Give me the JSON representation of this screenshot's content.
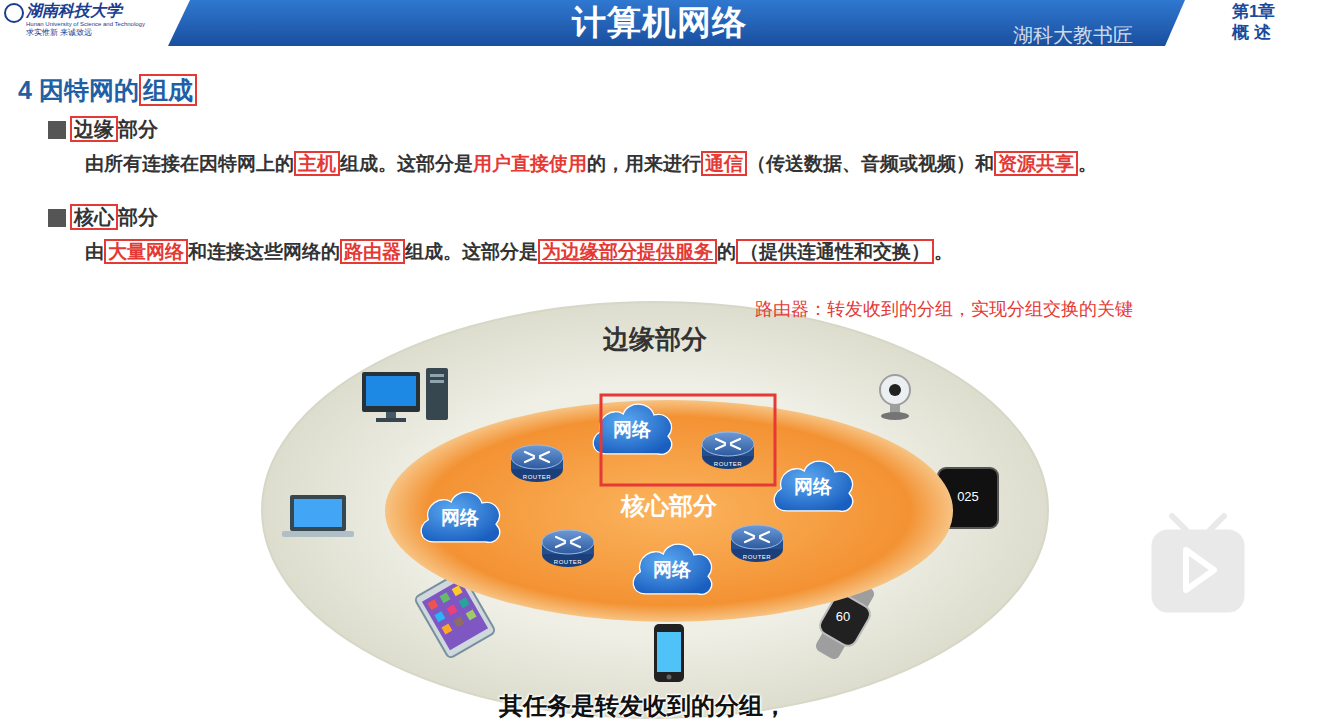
{
  "diagram": {
    "title": "计算机网络",
    "nodes": [
      {
        "text": [
          "边缘部分"
        ]
      },
      {
        "text": [
          "核心部分"
        ],
        "in": 0
      },
      {
        "text": [
          "网络"
        ],
        "in": 1
      },
      {
        "text": [
          "ROUTER"
        ],
        "in": 1
      },
      {
        "text": [
          "ROUTER"
        ],
        "in": 1
      },
      {
        "text": [
          "网络"
        ],
        "in": 1
      },
      {
        "text": [
          "网络"
        ],
        "in": 1
      },
      {
        "text": [
          "ROUTER"
        ],
        "in": 1
      },
      {
        "text": [
          "ROUTER"
        ],
        "in": 1
      },
      {
        "text": [
          "网络"
        ],
        "in": 1
      }
    ],
    "labels": [
      "湖南科技大学",
      "Hunan University of Science and Technology",
      "求实惟新 来诚致远",
      "第1章",
      "概 述",
      "湖科大教书匠",
      "4 因特网的",
      "组成",
      "边缘",
      "部分",
      "由所有连接在因特网上的",
      "主机",
      "组成。这部分是",
      "用户直接使用",
      "的，用来进行",
      "通信",
      "（传送数据、音频或视频）和",
      "资源共享",
      "。",
      "核心",
      "部分",
      "由",
      "大量网络",
      "和连接这些网络的",
      "路由器",
      "组成。这部分是",
      "为边缘部分提供服务",
      "的",
      "（提供连通性和交换）",
      "。",
      "路由器：转发收到的分组，实现分组交换的关键",
      "025",
      "60",
      "其任务是转发收到的分组，"
    ]
  }
}
